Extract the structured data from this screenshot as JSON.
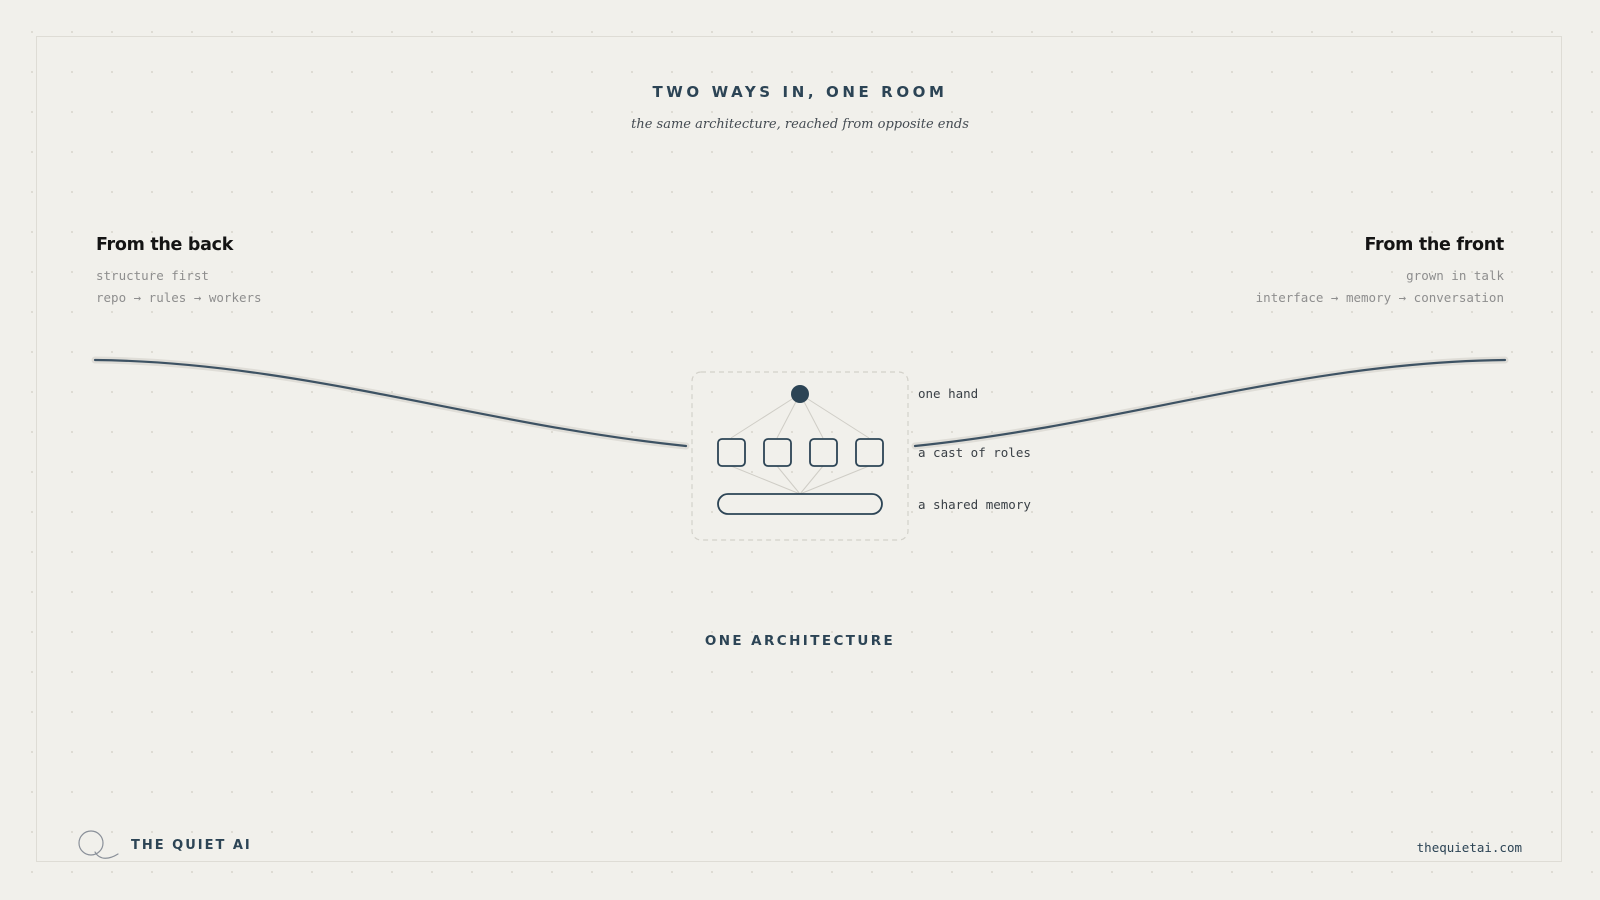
{
  "header": {
    "title": "TWO WAYS IN, ONE ROOM",
    "subtitle": "the same architecture, reached from opposite ends"
  },
  "left_path": {
    "heading": "From the back",
    "line1": "structure first",
    "line2": "repo → rules → workers"
  },
  "right_path": {
    "heading": "From the front",
    "line1": "grown in talk",
    "line2": "interface → memory → conversation"
  },
  "architecture": {
    "layers": [
      {
        "label": "one hand"
      },
      {
        "label": "a cast of roles"
      },
      {
        "label": "a shared memory"
      }
    ],
    "role_count": 4,
    "caption": "ONE ARCHITECTURE"
  },
  "footer": {
    "brand": "THE QUIET AI",
    "website": "thequietai.com"
  },
  "colors": {
    "background": "#f1f0eb",
    "ink": "#2c4455",
    "muted": "#8e8e8e"
  }
}
